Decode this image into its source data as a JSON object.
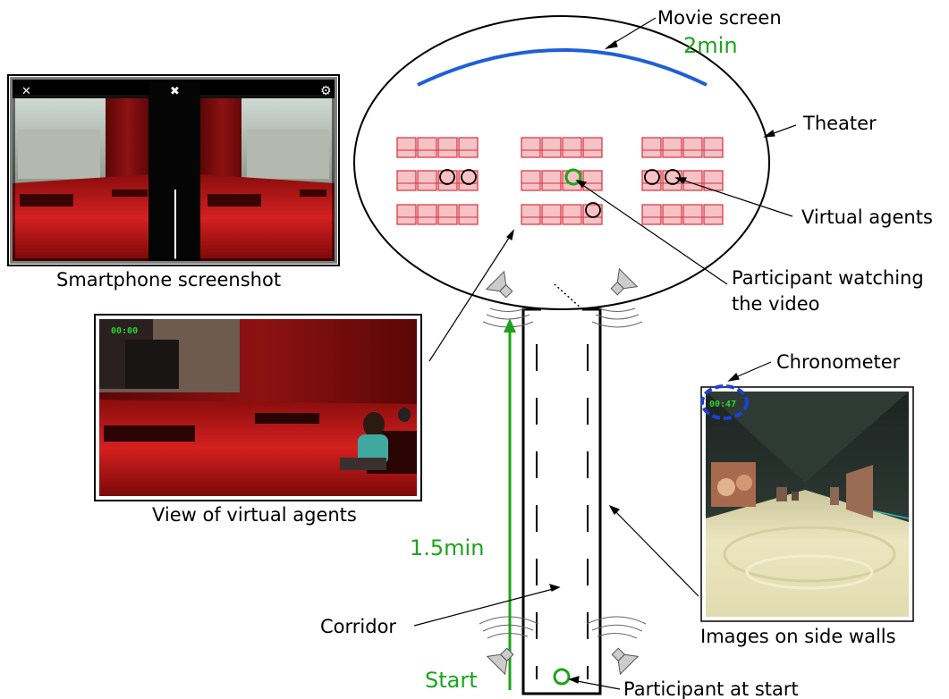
{
  "labels": {
    "movie_screen": "Movie screen",
    "time_theater": "2min",
    "theater": "Theater",
    "virtual_agents": "Virtual agents",
    "participant_watching_1": "Participant watching",
    "participant_watching_2": "the video",
    "chronometer": "Chronometer",
    "images_on_walls": "Images on side walls",
    "corridor": "Corridor",
    "time_corridor": "1.5min",
    "start": "Start",
    "participant_start": "Participant at start",
    "smartphone_caption": "Smartphone screenshot",
    "agents_caption": "View of virtual agents"
  },
  "chronometer_values": {
    "agents_view": "00:00",
    "side_walls_view": "00:47"
  },
  "colors": {
    "green": "#1aa51a",
    "screen_blue": "#1f5fd6",
    "seat_fill": "#f5c2c6",
    "seat_stroke": "#d8303c",
    "theater_red": "#c0161a"
  }
}
